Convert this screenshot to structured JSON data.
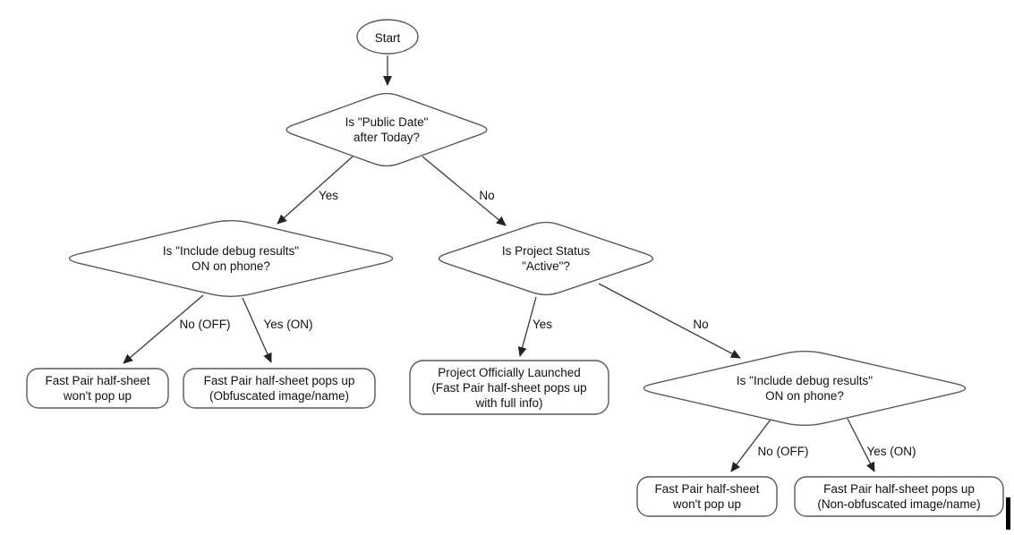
{
  "diagram": {
    "type": "flowchart",
    "colors": {
      "background": "#ffffff",
      "shape_fill": "#ffffff",
      "shape_stroke": "#595959",
      "arrow": "#3a3a3a",
      "text": "#111111"
    },
    "nodes": {
      "start": {
        "type": "terminator",
        "label": "Start"
      },
      "public_date": {
        "type": "decision",
        "label": "Is \"Public Date\"\nafter Today?"
      },
      "debug_on_phone_left": {
        "type": "decision",
        "label": "Is \"Include debug results\"\nON on phone?"
      },
      "project_status": {
        "type": "decision",
        "label": "Is Project Status\n\"Active\"?"
      },
      "debug_on_phone_right": {
        "type": "decision",
        "label": "Is \"Include debug results\"\nON on phone?"
      },
      "no_popup_left": {
        "type": "result",
        "label": "Fast Pair half-sheet\nwon't pop up"
      },
      "obfuscated_popup": {
        "type": "result",
        "label": "Fast Pair half-sheet pops up\n(Obfuscated image/name)"
      },
      "launched": {
        "type": "result",
        "label": "Project Officially Launched\n(Fast Pair half-sheet pops up\nwith full info)"
      },
      "no_popup_right": {
        "type": "result",
        "label": "Fast Pair half-sheet\nwon't pop up"
      },
      "non_obfuscated_popup": {
        "type": "result",
        "label": "Fast Pair half-sheet pops up\n(Non-obfuscated image/name)"
      }
    },
    "edge_labels": {
      "public_date_yes": "Yes",
      "public_date_no": "No",
      "debug_left_no": "No (OFF)",
      "debug_left_yes": "Yes (ON)",
      "status_yes": "Yes",
      "status_no": "No",
      "debug_right_no": "No (OFF)",
      "debug_right_yes": "Yes (ON)"
    }
  }
}
